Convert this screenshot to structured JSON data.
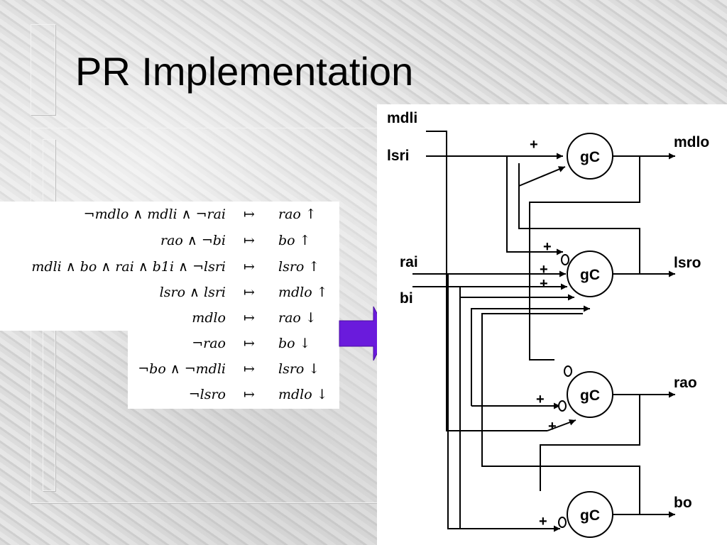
{
  "slide": {
    "title": "PR Implementation"
  },
  "rules": [
    {
      "lhs": "¬mdlo ∧ mdli ∧ ¬rai",
      "arrow": "↦",
      "rhs": "rao ↑"
    },
    {
      "lhs": "rao ∧ ¬bi",
      "arrow": "↦",
      "rhs": "bo ↑"
    },
    {
      "lhs": "mdli ∧ bo ∧ rai ∧ b1i ∧ ¬lsri",
      "arrow": "↦",
      "rhs": "lsro ↑"
    },
    {
      "lhs": "lsro ∧ lsri",
      "arrow": "↦",
      "rhs": "mdlo ↑"
    },
    {
      "lhs": "mdlo",
      "arrow": "↦",
      "rhs": "rao ↓"
    },
    {
      "lhs": "¬rao",
      "arrow": "↦",
      "rhs": "bo ↓"
    },
    {
      "lhs": "¬bo ∧ ¬mdli",
      "arrow": "↦",
      "rhs": "lsro ↓"
    },
    {
      "lhs": "¬lsro",
      "arrow": "↦",
      "rhs": "mdlo ↓"
    }
  ],
  "colors": {
    "transform_arrow": "#6a1bdc"
  },
  "diagram": {
    "inputs": {
      "mdli": "mdli",
      "lsri": "lsri",
      "rai": "rai",
      "bi": "bi"
    },
    "outputs": {
      "mdlo": "mdlo",
      "lsro": "lsro",
      "rao": "rao",
      "bo": "bo"
    },
    "gate_label": "gC",
    "plus": "+"
  }
}
